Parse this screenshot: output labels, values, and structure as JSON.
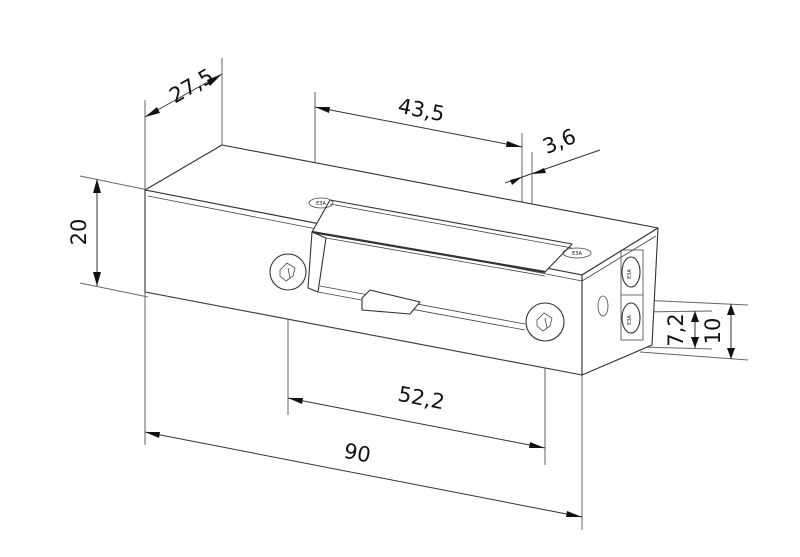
{
  "drawing": {
    "subject": "electric door strike, isometric dimensional drawing",
    "units": "mm",
    "line_color": "#333333",
    "background": "#ffffff"
  },
  "dimensions": {
    "depth": "27,5",
    "latch_length": "43,5",
    "latch_offset": "3,6",
    "height": "20",
    "screw_spacing": "52,2",
    "overall_length": "90",
    "terminal_inner": "7,2",
    "terminal_outer": "10"
  },
  "markings": {
    "label_top": "ЕЗА",
    "label_right": "ЕЗА",
    "terminal_top": "ЕЗА",
    "terminal_bottom": "ЕЗА"
  }
}
